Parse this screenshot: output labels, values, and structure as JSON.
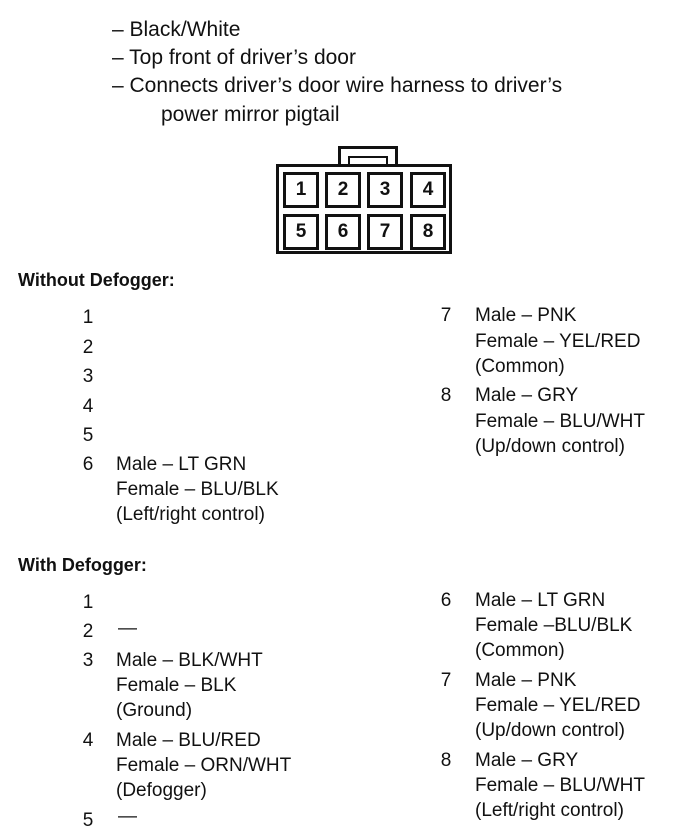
{
  "header": {
    "color": "– Black/White",
    "location": "– Top front of driver’s door",
    "connects_line1": "– Connects driver’s door wire harness to driver’s",
    "connects_line2": "power mirror pigtail"
  },
  "connector": {
    "pins_top": [
      "1",
      "2",
      "3",
      "4"
    ],
    "pins_bottom": [
      "5",
      "6",
      "7",
      "8"
    ]
  },
  "without_defogger": {
    "title": "Without Defogger:",
    "left": {
      "n1": "1",
      "n2": "2",
      "n3": "3",
      "n4": "4",
      "n5": "5",
      "n6": "6",
      "p6_male": "Male – LT GRN",
      "p6_female": "Female – BLU/BLK",
      "p6_note": "(Left/right control)"
    },
    "right": {
      "n7": "7",
      "p7_male": "Male – PNK",
      "p7_female": "Female – YEL/RED",
      "p7_note": "(Common)",
      "n8": "8",
      "p8_male": "Male – GRY",
      "p8_female": "Female – BLU/WHT",
      "p8_note": "(Up/down control)"
    }
  },
  "with_defogger": {
    "title": "With Defogger:",
    "left": {
      "n1": "1",
      "n2": "2",
      "p2": "—",
      "n3": "3",
      "p3_male": "Male – BLK/WHT",
      "p3_female": "Female – BLK",
      "p3_note": "(Ground)",
      "n4": "4",
      "p4_male": "Male – BLU/RED",
      "p4_female": "Female – ORN/WHT",
      "p4_note": "(Defogger)",
      "n5": "5",
      "p5": "—"
    },
    "right": {
      "n6": "6",
      "p6_male": "Male – LT GRN",
      "p6_female": "Female –BLU/BLK",
      "p6_note": "(Common)",
      "n7": "7",
      "p7_male": "Male – PNK",
      "p7_female": "Female – YEL/RED",
      "p7_note": "(Up/down control)",
      "n8": "8",
      "p8_male": "Male – GRY",
      "p8_female": "Female – BLU/WHT",
      "p8_note": "(Left/right control)"
    }
  }
}
